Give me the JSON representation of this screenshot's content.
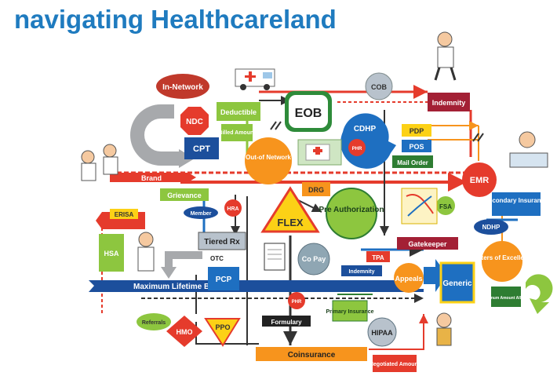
{
  "page": {
    "title": "navigating Healthcareland"
  },
  "nodes": {
    "in_network": "In-Network",
    "ndc": "NDC",
    "deductible": "Deductible",
    "billed_amount": "Billed Amount",
    "eob": "EOB",
    "cob": "COB",
    "indemnity_top": "Indemnity",
    "cpt": "CPT",
    "out_of_network": "Out-of Network",
    "cdhp": "CDHP",
    "phr_top": "PHR",
    "pdp": "PDP",
    "pos": "POS",
    "mail_order": "Mail Order",
    "brand": "Brand",
    "drg": "DRG",
    "emr": "EMR",
    "grievance": "Grievance",
    "member": "Member",
    "hra": "HRA",
    "flex": "FLEX",
    "pre_authorization": "Pre Authorization",
    "fsa": "FSA",
    "secondary_insurance": "Secondary Insurance",
    "erisa": "ERISA",
    "ndhp": "NDHP",
    "tiered_rx": "Tiered Rx",
    "gatekeeper": "Gatekeeper",
    "hsa": "HSA",
    "otc": "OTC",
    "copay": "Co Pay",
    "tpa": "TPA",
    "centers_of_excellence": "Centers of Excellence",
    "indemnity_mid": "Indemnity",
    "appeals": "Appeals",
    "generic": "Generic",
    "pcp": "PCP",
    "maximum_lifetime_benefits": "Maximum Lifetime Benefits",
    "maximum_amount_allowed": "Maximum Amount Allowed",
    "phr_bottom": "PHR",
    "referrals": "Referrals",
    "hmo": "HMO",
    "ppo": "PPO",
    "formulary": "Formulary",
    "primary_insurance": "Primary Insurance",
    "hipaa": "HIPAA",
    "coinsurance": "Coinsurance",
    "negotiated_amount": "Negotiated Amount"
  },
  "colors": {
    "title": "#1f7bbf",
    "red": "#e53b2c",
    "orange": "#f7941d",
    "green": "#8dc63f",
    "dark_blue": "#1c4f9c",
    "mid_blue": "#1e6fc1",
    "yellow": "#fcd116",
    "maroon": "#a32035",
    "gray": "#a7a9ac",
    "dark_green": "#2e7d32"
  }
}
